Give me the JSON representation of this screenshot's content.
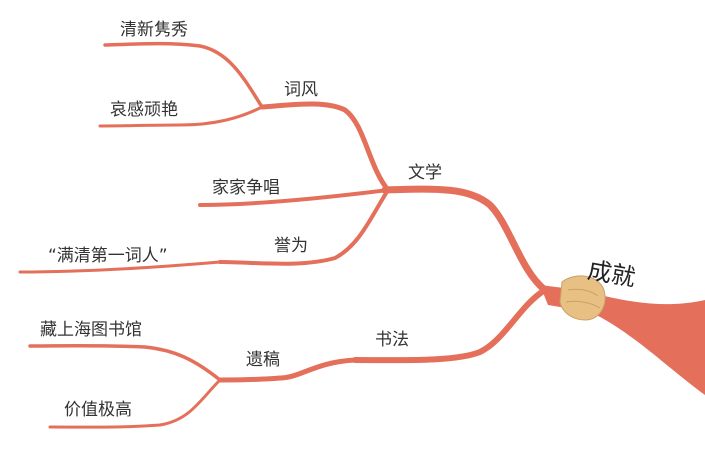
{
  "root": {
    "label": "成就"
  },
  "branches": [
    {
      "label": "文学",
      "children": [
        {
          "label": "词风",
          "children": [
            {
              "label": "清新隽秀"
            },
            {
              "label": "哀感顽艳"
            }
          ]
        },
        {
          "label": "家家争唱"
        },
        {
          "label": "誉为",
          "children": [
            {
              "label": "“满清第一词人”"
            }
          ]
        }
      ]
    },
    {
      "label": "书法",
      "children": [
        {
          "label": "遗稿",
          "children": [
            {
              "label": "藏上海图书馆"
            },
            {
              "label": "价值极高"
            }
          ]
        }
      ]
    }
  ],
  "colors": {
    "branch": "#e4705c",
    "grip": "#e9c084",
    "grip_stroke": "#c9a06a",
    "text": "#333333"
  }
}
